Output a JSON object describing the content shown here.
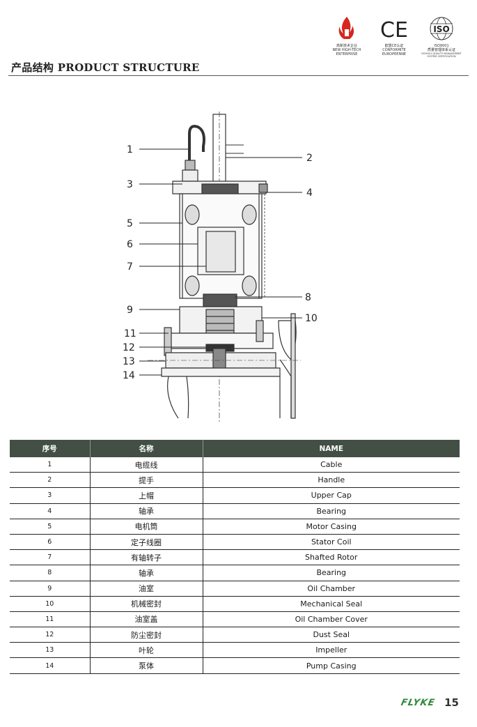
{
  "header": {
    "title": "产品结构 PRODUCT STRUCTURE"
  },
  "certs": [
    {
      "icon": "hightech-enterprise-icon",
      "caption_lines": [
        "高新技术企业",
        "NEW HIGH-TECH",
        "ENTERPRISE"
      ]
    },
    {
      "icon": "ce-mark-icon",
      "mark": "CE",
      "caption_lines": [
        "欧盟CE认证",
        "CONFORMITE",
        "EUROPEENNE"
      ]
    },
    {
      "icon": "iso-certification-icon",
      "mark": "ISO",
      "caption_lines": [
        "ISO9001",
        "质量管理体系认证",
        "ISO9001 QUALITY MANAGEMENT SYSTEM CERTIFICATION"
      ]
    }
  ],
  "diagram": {
    "callouts": [
      "1",
      "2",
      "3",
      "4",
      "5",
      "6",
      "7",
      "8",
      "9",
      "10",
      "11",
      "12",
      "13",
      "14"
    ]
  },
  "table": {
    "headers": [
      "序号",
      "名称",
      "NAME"
    ],
    "rows": [
      [
        "1",
        "电缆线",
        "Cable"
      ],
      [
        "2",
        "提手",
        "Handle"
      ],
      [
        "3",
        "上帽",
        "Upper Cap"
      ],
      [
        "4",
        "轴承",
        "Bearing"
      ],
      [
        "5",
        "电机筒",
        "Motor Casing"
      ],
      [
        "6",
        "定子线圈",
        "Stator Coil"
      ],
      [
        "7",
        "有轴转子",
        "Shafted Rotor"
      ],
      [
        "8",
        "轴承",
        "Bearing"
      ],
      [
        "9",
        "油室",
        "Oil Chamber"
      ],
      [
        "10",
        "机械密封",
        "Mechanical Seal"
      ],
      [
        "11",
        "油室盖",
        "Oil Chamber Cover"
      ],
      [
        "12",
        "防尘密封",
        "Dust Seal"
      ],
      [
        "13",
        "叶轮",
        "Impeller"
      ],
      [
        "14",
        "泵体",
        "Pump Casing"
      ]
    ]
  },
  "footer": {
    "brand": "FLYKE",
    "page": "15"
  },
  "colors": {
    "table_header_bg": "#434f45",
    "brand_green": "#2f8a3c",
    "logo_red": "#d7261e"
  }
}
